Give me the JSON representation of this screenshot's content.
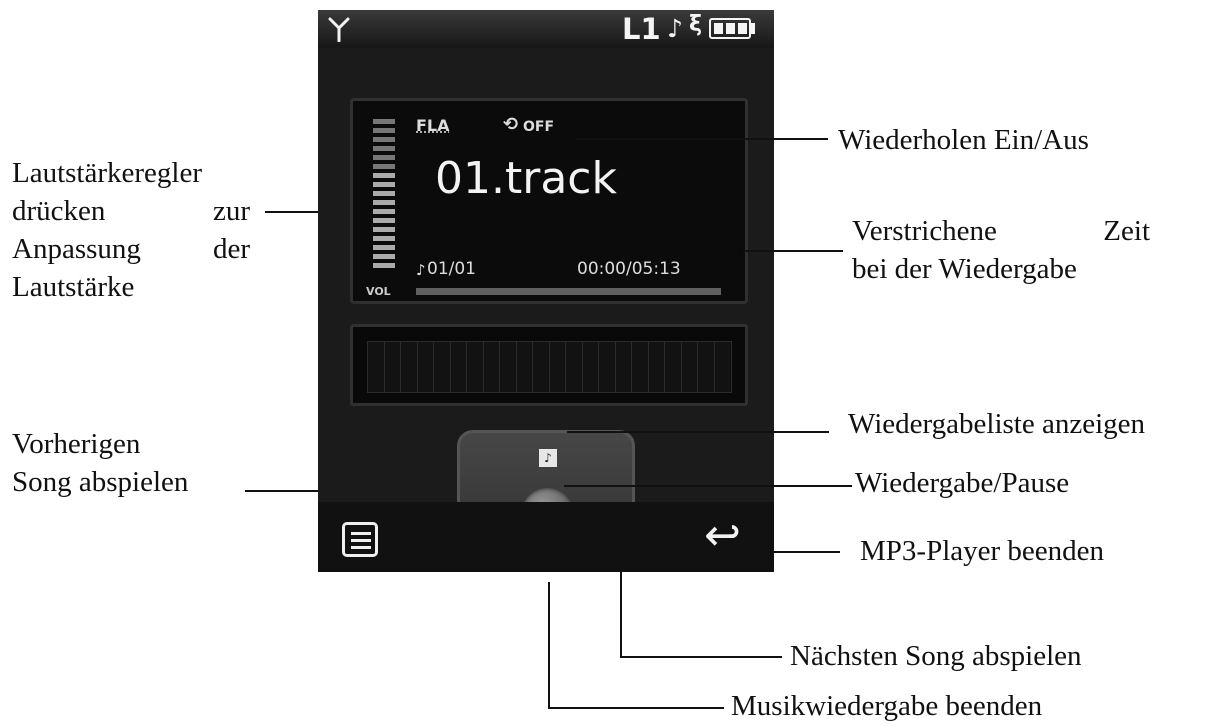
{
  "status_bar": {
    "signal_icon": "antenna-icon",
    "line_indicator": "L1",
    "music_icon": "music-note-icon",
    "battery_icon": "battery-icon"
  },
  "player": {
    "format": "FLA",
    "repeat_status": "OFF",
    "track_title": "01.track",
    "track_position": "01/01",
    "time": "00:00/05:13",
    "volume_label": "VOL",
    "progress": 0.0
  },
  "controls": {
    "playlist_icon": "playlist-icon",
    "previous_icon": "previous-track-icon",
    "play_icon": "play-icon",
    "next_icon": "next-track-icon",
    "stop_icon": "stop-icon",
    "menu_icon": "menu-list-icon",
    "back_icon": "back-arrow-icon"
  },
  "annotations": {
    "volume": [
      "Lautstärkeregler",
      "drücken zur",
      "Anpassung der",
      "Lautstärke"
    ],
    "repeat": "Wiederholen Ein/Aus",
    "elapsed_time": [
      "Verstrichene Zeit",
      "bei der Wiedergabe"
    ],
    "show_playlist": "Wiedergabeliste anzeigen",
    "previous_song": [
      "Vorherigen",
      "Song abspielen"
    ],
    "play_pause": "Wiedergabe/Pause",
    "exit_player": "MP3-Player beenden",
    "next_song": "Nächsten Song abspielen",
    "stop_music": "Musikwiedergabe beenden"
  }
}
